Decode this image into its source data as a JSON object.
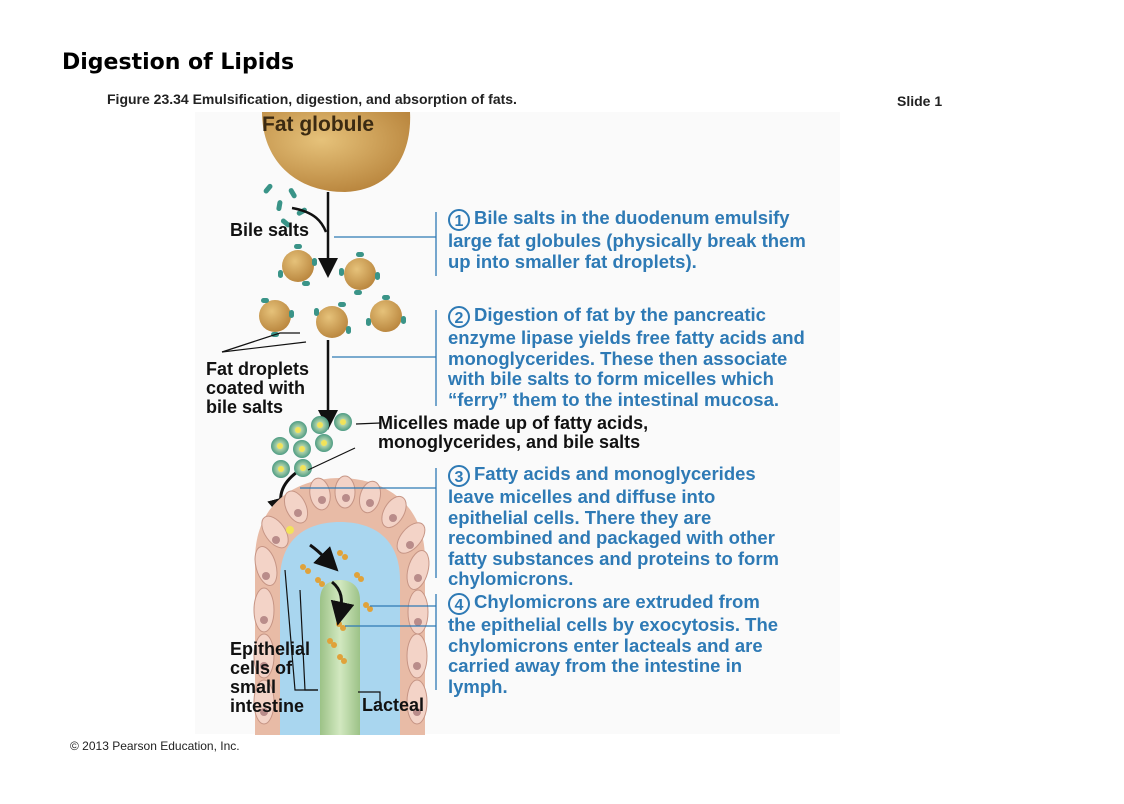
{
  "page_title": "Digestion of Lipids",
  "figure_caption": "Figure 23.34 Emulsification, digestion, and absorption of fats.",
  "slide_label": "Slide 1",
  "copyright": "© 2013 Pearson Education, Inc.",
  "labels": {
    "fat_globule": "Fat globule",
    "bile_salts": "Bile salts",
    "fat_droplets": [
      "Fat droplets",
      "coated with",
      "bile salts"
    ],
    "micelles": [
      "Micelles made up of fatty acids,",
      "monoglycerides, and bile salts"
    ],
    "epithelial": [
      "Epithelial",
      "cells of",
      "small",
      "intestine"
    ],
    "lacteal": "Lacteal"
  },
  "steps": [
    {
      "num": "1",
      "lines": [
        "Bile salts in the duodenum emulsify",
        "large fat globules (physically break them",
        "up into smaller fat droplets)."
      ]
    },
    {
      "num": "2",
      "lines": [
        "Digestion of fat by the pancreatic",
        "enzyme lipase yields free fatty acids and",
        "monoglycerides. These then associate",
        "with bile salts to form micelles which",
        "“ferry” them to the intestinal mucosa."
      ]
    },
    {
      "num": "3",
      "lines": [
        "Fatty acids and monoglycerides",
        "leave micelles and diffuse into",
        "epithelial cells. There they are",
        "recombined and packaged with other",
        "fatty substances and proteins to form",
        "chylomicrons."
      ]
    },
    {
      "num": "4",
      "lines": [
        "Chylomicrons are extruded from",
        "the epithelial cells by exocytosis. The",
        "chylomicrons enter lacteals and are",
        "carried away from the intestine in",
        "lymph."
      ]
    }
  ],
  "colors": {
    "step_text": "#2e7ab5",
    "fat": "#c99a50",
    "bile_salt": "#3a9488",
    "lymph": "#a9d6ef",
    "lacteal": "#b7d6a1",
    "epithelium": "#e6b8a8"
  }
}
